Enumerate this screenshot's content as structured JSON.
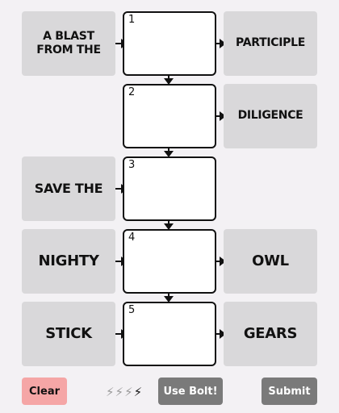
{
  "clues_left": [
    "A BLAST FROM THE",
    "",
    "SAVE THE",
    "NIGHTY",
    "STICK"
  ],
  "clues_right": [
    "PARTICIPLE",
    "DILIGENCE",
    "",
    "OWL",
    "GEARS"
  ],
  "answers": [
    {
      "number": "1",
      "value": ""
    },
    {
      "number": "2",
      "value": ""
    },
    {
      "number": "3",
      "value": ""
    },
    {
      "number": "4",
      "value": ""
    },
    {
      "number": "5",
      "value": ""
    }
  ],
  "controls": {
    "clear_label": "Clear",
    "use_bolt_label": "Use Bolt!",
    "submit_label": "Submit",
    "bolts": {
      "total": 4,
      "remaining": 1,
      "icon": "lightning-bolt-icon"
    }
  },
  "colors": {
    "clue_tile": "#d9d8da",
    "clear_button": "#f5a6a6",
    "action_button": "#7a7a7a",
    "background": "#f3f1f4"
  }
}
